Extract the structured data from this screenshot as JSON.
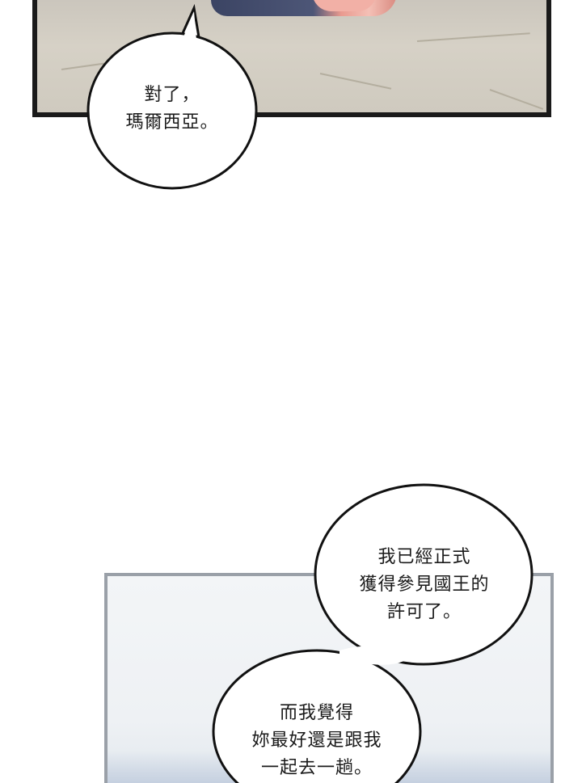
{
  "panels": {
    "top": {
      "description_label": ""
    },
    "bottom": {
      "description_label": ""
    }
  },
  "bubbles": {
    "bubble1": {
      "lines": [
        "對了，",
        "瑪爾西亞。"
      ]
    },
    "bubble2": {
      "lines": [
        "我已經正式",
        "獲得參見國王的",
        "許可了。"
      ]
    },
    "bubble3": {
      "lines": [
        "而我覺得",
        "妳最好還是跟我",
        "一起去一趟。"
      ]
    }
  },
  "colors": {
    "panel_border_dark": "#1a1a1a",
    "panel_border_light": "#9aa0a8",
    "bubble_fill": "#ffffff",
    "bubble_stroke": "#111111"
  }
}
